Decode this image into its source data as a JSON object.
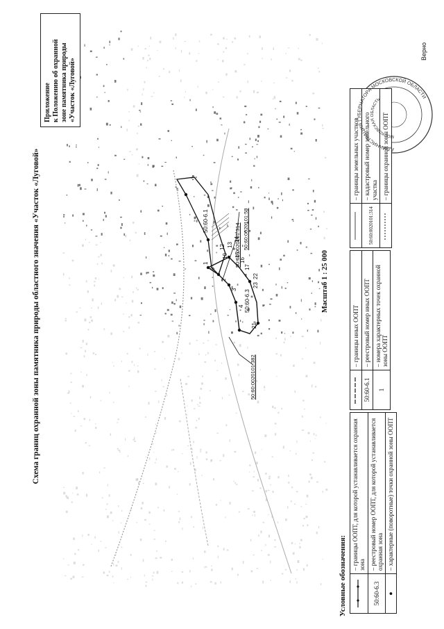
{
  "title": "Схема границ охранной зоны памятника природы областного значения «Участок «Луговой»",
  "appendix": {
    "line1": "Приложение",
    "line2": "к Положению об охранной",
    "line3": "зоне памятника природы",
    "line4": "«Участок «Луговой»"
  },
  "scale_label": "Масштаб 1 : 25 000",
  "legend": {
    "title": "Условные обозначения:",
    "rows": [
      {
        "symbol": "",
        "text": "– границы ООПТ, для которой устанавливается охранная зона"
      },
      {
        "symbol": "50:60-6.3",
        "text": "– реестровый номер ООПТ, для которой устанавливается охранная зона"
      },
      {
        "symbol": "●",
        "text": "– характерные (поворотные) точки охранной зоны ООПТ"
      },
      {
        "symbol": "",
        "text": "– границы иных ООПТ"
      },
      {
        "symbol": "50:60-6.1",
        "text": "– реестровый номер иных ООПТ"
      },
      {
        "symbol": "1",
        "text": "– номера характерных точек охранной зоны ООПТ"
      },
      {
        "symbol": "",
        "text": "– границы земельных участков"
      },
      {
        "symbol": "50:60:0020101:314",
        "text": "– кадастровый номер земельного участка"
      },
      {
        "symbol": "",
        "text": "– границы охранной зоны ООПТ"
      }
    ]
  },
  "map_labels": {
    "zone_a": "50:60-6.1",
    "zone_b": "50:60-6.3",
    "parcel_1": "50:60:0020101:314",
    "parcel_2": "50:60:0020101:58",
    "parcel_3": "50:60:0020101:382"
  },
  "point_numbers": [
    "1",
    "2",
    "3",
    "4",
    "9",
    "10",
    "12",
    "13",
    "14",
    "15",
    "16",
    "17",
    "21",
    "22",
    "23"
  ],
  "stamp": {
    "text": "АДМИНИСТРАЦИЯ ГУБЕРНАТОРА МОСКОВСКОЙ ОБЛАСТИ",
    "inner": "МОСКОВСКАЯ ОБЛАСТЬ"
  },
  "verno": "Верно",
  "colors": {
    "line": "#111111",
    "map_gray": "#8a8a8a",
    "stamp": "#333333"
  }
}
